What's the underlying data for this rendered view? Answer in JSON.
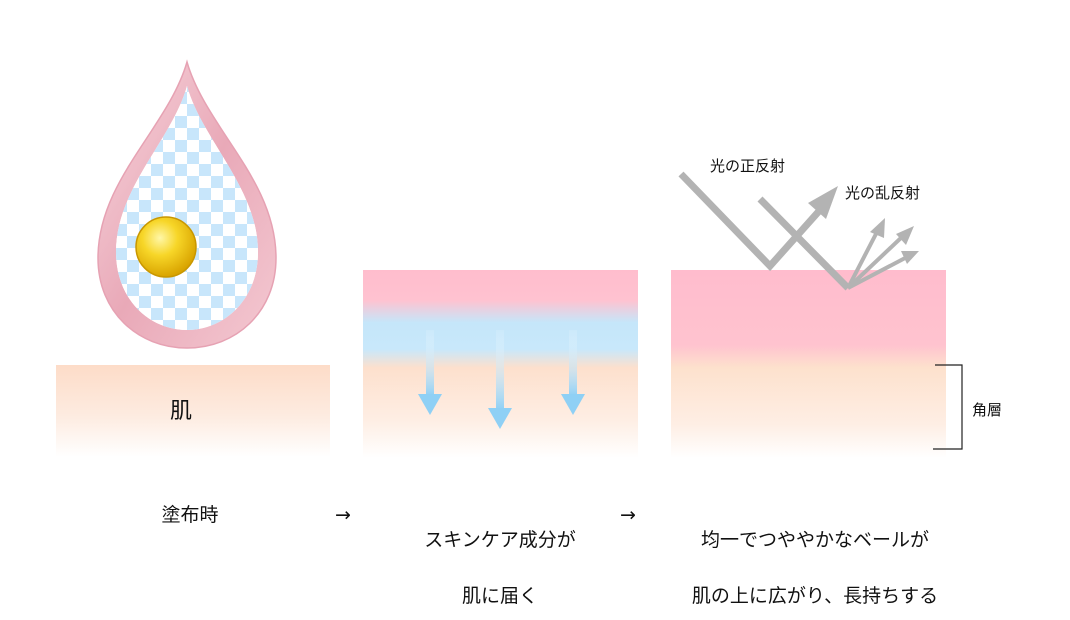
{
  "panel1": {
    "skin_label": "肌",
    "caption": "塗布時"
  },
  "arrow_1": "→",
  "panel2": {
    "caption_line1": "スキンケア成分が",
    "caption_line2": "肌に届く"
  },
  "arrow_2": "→",
  "panel3": {
    "caption_line1": "均一でつややかなベールが",
    "caption_line2": "肌の上に広がり、長持ちする",
    "specular_label": "光の正反射",
    "diffuse_label": "光の乱反射",
    "stratum_label": "角層"
  },
  "colors": {
    "skin": "#fde1cf",
    "pink_layer": "#ffbfcf",
    "blue_layer": "#c7e8fb",
    "arrow_blue": "#8fd0f5",
    "light_gray": "#b3b3b3",
    "oil_yellow": "#f6d023"
  }
}
